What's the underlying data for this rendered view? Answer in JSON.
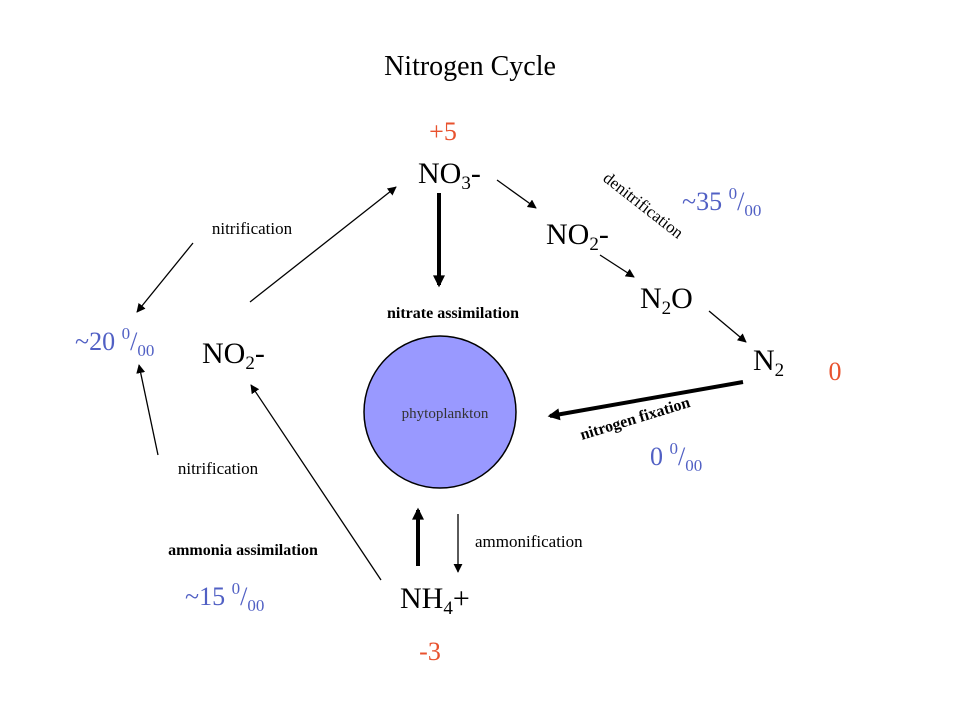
{
  "title": "Nitrogen Cycle",
  "colors": {
    "black": "#000000",
    "oxidation_state": "#e8522e",
    "isotope": "#5160c4",
    "phytoplankton_fill": "#9999ff"
  },
  "oxidation_states": {
    "nitrate": "+5",
    "dinitrogen": "0",
    "ammonium": "-3"
  },
  "species": {
    "nitrate_base": "NO",
    "nitrate_sub": "3",
    "nitrate_charge": "-",
    "nitrite_left_base": "NO",
    "nitrite_left_sub": "2",
    "nitrite_left_charge": "-",
    "nitrite_right_base": "NO",
    "nitrite_right_sub": "2",
    "nitrite_right_charge": "-",
    "n2o_n": "N",
    "n2o_sub": "2",
    "n2o_o": "O",
    "n2_base": "N",
    "n2_sub": "2",
    "ammonium_base": "NH",
    "ammonium_sub": "4",
    "ammonium_charge": "+"
  },
  "processes": {
    "nitrification_top": "nitrification",
    "nitrification_bottom": "nitrification",
    "denitrification": "denitrification",
    "nitrate_assimilation": "nitrate assimilation",
    "nitrogen_fixation": "nitrogen fixation",
    "ammonia_assimilation": "ammonia assimilation",
    "ammonification": "ammonification"
  },
  "phytoplankton": "phytoplankton",
  "isotopes": {
    "nitrification": {
      "prefix": "~20 ",
      "sup": "0",
      "slash": "/",
      "sub": "00"
    },
    "denitrification": {
      "prefix": "~35 ",
      "sup": "0",
      "slash": "/",
      "sub": "00"
    },
    "fixation": {
      "prefix": "0 ",
      "sup": "0",
      "slash": "/",
      "sub": "00"
    },
    "ammonia_assimilation": {
      "prefix": "~15 ",
      "sup": "0",
      "slash": "/",
      "sub": "00"
    }
  }
}
